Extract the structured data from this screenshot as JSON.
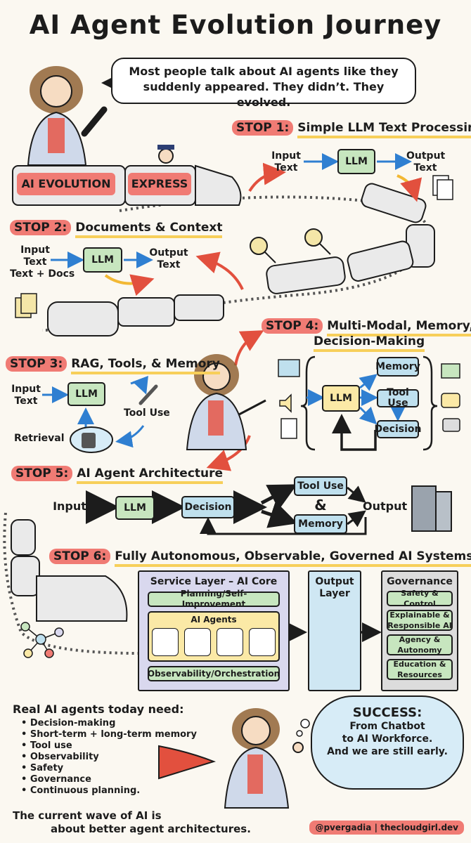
{
  "title": "AI Agent Evolution Journey",
  "intro": "Most people talk about AI agents like they suddenly appeared. They didn’t. They evolved.",
  "train": {
    "car1": "AI EVOLUTION",
    "car2": "EXPRESS"
  },
  "stop1": {
    "tag": "STOP 1:",
    "name": "Simple LLM Text Processing",
    "input": "Input\nText",
    "llm": "LLM",
    "output": "Output\nText"
  },
  "stop2": {
    "tag": "STOP 2:",
    "name": "Documents & Context",
    "input": "Input\nText\nText + Docs",
    "llm": "LLM",
    "output": "Output\nText"
  },
  "stop3": {
    "tag": "STOP 3:",
    "name": "RAG, Tools, & Memory",
    "input": "Input\nText",
    "llm": "LLM",
    "tool": "Tool Use",
    "retrieval": "Retrieval"
  },
  "stop4": {
    "tag": "STOP 4:",
    "name": "Multi-Modal, Memory,",
    "name2": "Decision-Making",
    "llm": "LLM",
    "memory": "Memory",
    "tool": "Tool Use",
    "decision": "Decision"
  },
  "stop5": {
    "tag": "STOP 5:",
    "name": "AI Agent Architecture",
    "input": "Input",
    "llm": "LLM",
    "decision": "Decision",
    "tool": "Tool Use",
    "amp": "&",
    "memory": "Memory",
    "output": "Output"
  },
  "stop6": {
    "tag": "STOP 6:",
    "name": "Fully Autonomous, Observable, Governed AI Systems",
    "service_title": "Service Layer – AI Core",
    "planning": "Planning/Self-Improvement",
    "agents": "AI Agents",
    "observability": "Observability/Orchestration",
    "output_title": "Output\nLayer",
    "gov_title": "Governance",
    "gov_items": [
      "Safety & Control",
      "Explainable &\nResponsible AI",
      "Agency &\nAutonomy",
      "Education &\nResources"
    ]
  },
  "needs": {
    "title": "Real AI agents today need:",
    "items": [
      "Decision-making",
      "Short-term + long-term memory",
      "Tool use",
      "Observability",
      "Safety",
      "Governance",
      "Continuous planning."
    ]
  },
  "success": {
    "title": "SUCCESS:",
    "line1": "From Chatbot",
    "line2": "to AI Workforce.",
    "line3": "And we are still early."
  },
  "closing": {
    "line1": "The current wave of AI is",
    "line2": "about better agent architectures."
  },
  "handle": "@pvergadia | thecloudgirl.dev",
  "colors": {
    "stop_tag": "#f07b74",
    "underline": "#f7cf5a",
    "llm_box": "#c7e6bf",
    "decision_box": "#bfe0ee",
    "panel": "#d9d8ee",
    "cloud": "#d7ecf7"
  }
}
